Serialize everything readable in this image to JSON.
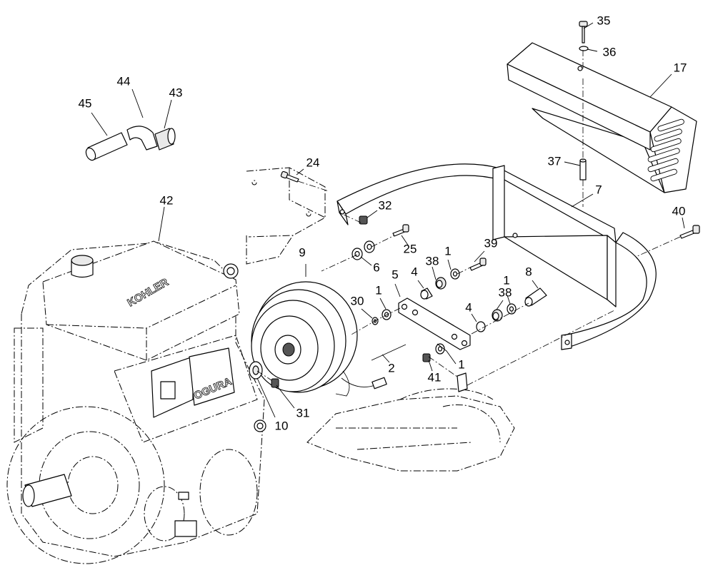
{
  "diagram": {
    "type": "exploded parts diagram",
    "engine_brand_label": "KOHLER",
    "clutch_brand_label": "OGURA"
  },
  "callouts": [
    {
      "id": "c35",
      "label": "35"
    },
    {
      "id": "c36",
      "label": "36"
    },
    {
      "id": "c17",
      "label": "17"
    },
    {
      "id": "c44",
      "label": "44"
    },
    {
      "id": "c43",
      "label": "43"
    },
    {
      "id": "c45",
      "label": "45"
    },
    {
      "id": "c24",
      "label": "24"
    },
    {
      "id": "c37",
      "label": "37"
    },
    {
      "id": "c7",
      "label": "7"
    },
    {
      "id": "c42",
      "label": "42"
    },
    {
      "id": "c32",
      "label": "32"
    },
    {
      "id": "c40",
      "label": "40"
    },
    {
      "id": "c25",
      "label": "25"
    },
    {
      "id": "c9",
      "label": "9"
    },
    {
      "id": "c6",
      "label": "6"
    },
    {
      "id": "c39",
      "label": "39"
    },
    {
      "id": "c1a",
      "label": "1"
    },
    {
      "id": "c38a",
      "label": "38"
    },
    {
      "id": "c5",
      "label": "5"
    },
    {
      "id": "c4a",
      "label": "4"
    },
    {
      "id": "c8",
      "label": "8"
    },
    {
      "id": "c30",
      "label": "30"
    },
    {
      "id": "c1b",
      "label": "1"
    },
    {
      "id": "c38b",
      "label": "38"
    },
    {
      "id": "c1c",
      "label": "1"
    },
    {
      "id": "c4b",
      "label": "4"
    },
    {
      "id": "c2",
      "label": "2"
    },
    {
      "id": "c1d",
      "label": "1"
    },
    {
      "id": "c41",
      "label": "41"
    },
    {
      "id": "c31",
      "label": "31"
    },
    {
      "id": "c10",
      "label": "10"
    }
  ]
}
